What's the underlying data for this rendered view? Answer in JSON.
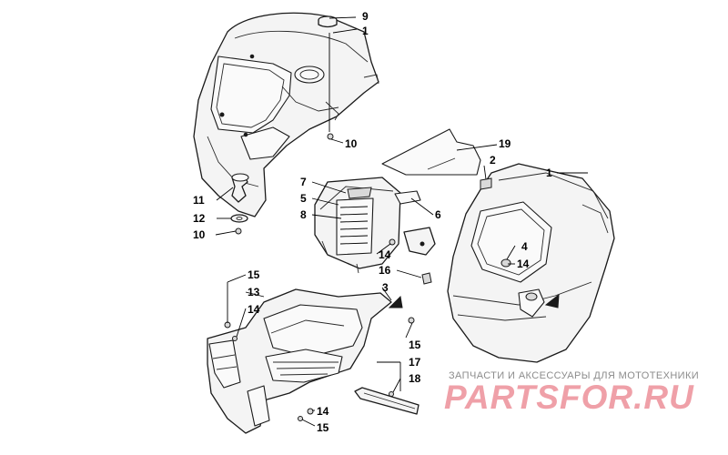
{
  "callouts": [
    "9",
    "1",
    "10",
    "11",
    "12",
    "10",
    "7",
    "5",
    "8",
    "6",
    "19",
    "2",
    "1",
    "4",
    "14",
    "16",
    "14",
    "3",
    "15",
    "13",
    "14",
    "15",
    "17",
    "18",
    "14",
    "15"
  ],
  "watermark": {
    "tagline": "ЗАПЧАСТИ И АКСЕССУАРЫ ДЛЯ МОТОТЕХНИКИ",
    "logo": "PARTSFOR.RU"
  },
  "colors": {
    "line": "#1a1a1a",
    "fill": "#f4f4f4",
    "watermark_logo": "#efa0a8",
    "watermark_text": "#8c8c8c"
  }
}
